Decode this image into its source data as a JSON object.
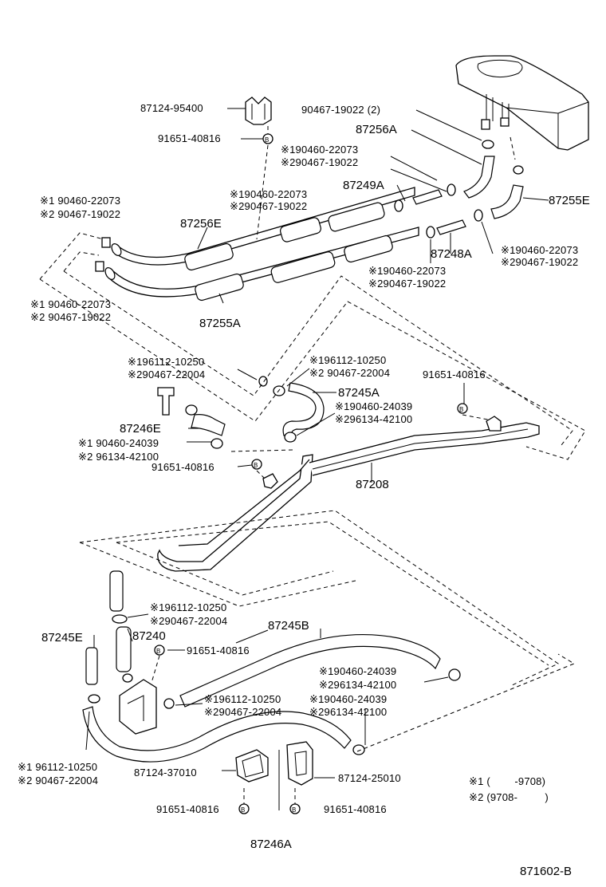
{
  "labels": {
    "p87124_95400": "87124-95400",
    "p91651_top": "91651-40816",
    "p90467_2": "90467-19022 (2)",
    "p87256A": "87256A",
    "s1_a": "※190460-22073",
    "s2_a": "※290467-19022",
    "s1_b": "※190460-22073",
    "s2_b": "※290467-19022",
    "p87249A": "87249A",
    "p87255E": "87255E",
    "s1_c": "※1 90460-22073",
    "s2_c": "※2 90467-19022",
    "p87256E": "87256E",
    "p87248A": "87248A",
    "s1_d": "※190460-22073",
    "s2_d": "※290467-19022",
    "s1_e": "※190460-22073",
    "s2_e": "※290467-19022",
    "s1_f": "※1 90460-22073",
    "s2_f": "※2 90467-19022",
    "p87255A": "87255A",
    "s1_g": "※196112-10250",
    "s2_g": "※290467-22004",
    "s1_h": "※196112-10250",
    "s2_h": "※2 90467-22004",
    "p91651_mid": "91651-40816",
    "p87245A": "87245A",
    "s1_i": "※190460-24039",
    "s2_i": "※296134-42100",
    "p87246E": "87246E",
    "s1_j": "※1 90460-24039",
    "s2_j": "※2 96134-42100",
    "p91651_left": "91651-40816",
    "p87208": "87208",
    "s1_k": "※196112-10250",
    "s2_k": "※290467-22004",
    "p87245B": "87245B",
    "p87245E": "87245E",
    "p87240": "87240",
    "p91651_low": "91651-40816",
    "s1_l": "※190460-24039",
    "s2_l": "※296134-42100",
    "s1_m": "※196112-10250",
    "s1_n": "※190460-24039",
    "s2_m": "※290467-22004",
    "s2_n": "※296134-42100",
    "s1_o": "※1 96112-10250",
    "s2_o": "※2 90467-22004",
    "p87124_37010": "87124-37010",
    "p87124_25010": "87124-25010",
    "p91651_bl": "91651-40816",
    "p91651_br": "91651-40816",
    "p87246A": "87246A",
    "note1": "※1 (        -9708)",
    "note2": "※2 (9708-         )",
    "code": "871602-B"
  },
  "icons": {
    "bolt": "circled-b-bolt-icon"
  }
}
